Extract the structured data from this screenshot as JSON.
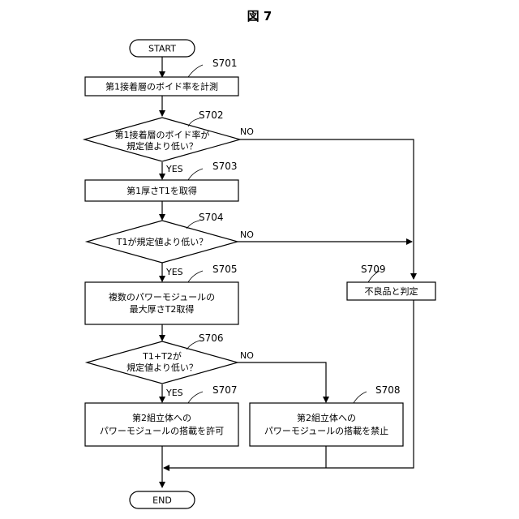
{
  "figure_title": "図 7",
  "start_label": "START",
  "end_label": "END",
  "yes_label": "YES",
  "no_label": "NO",
  "steps": {
    "s701": {
      "id": "S701",
      "line1": "第1接着層のボイド率を計測"
    },
    "s702": {
      "id": "S702",
      "line1": "第1接着層のボイド率が",
      "line2": "規定値より低い？"
    },
    "s703": {
      "id": "S703",
      "line1": "第1厚さT1を取得"
    },
    "s704": {
      "id": "S704",
      "line1": "T1が規定値より低い？"
    },
    "s705": {
      "id": "S705",
      "line1": "複数のパワーモジュールの",
      "line2": "最大厚さT2取得"
    },
    "s706": {
      "id": "S706",
      "line1": "T1+T2が",
      "line2": "規定値より低い？"
    },
    "s707": {
      "id": "S707",
      "line1": "第2組立体への",
      "line2": "パワーモジュールの搭載を許可"
    },
    "s708": {
      "id": "S708",
      "line1": "第2組立体への",
      "line2": "パワーモジュールの搭載を禁止"
    },
    "s709": {
      "id": "S709",
      "line1": "不良品と判定"
    }
  }
}
